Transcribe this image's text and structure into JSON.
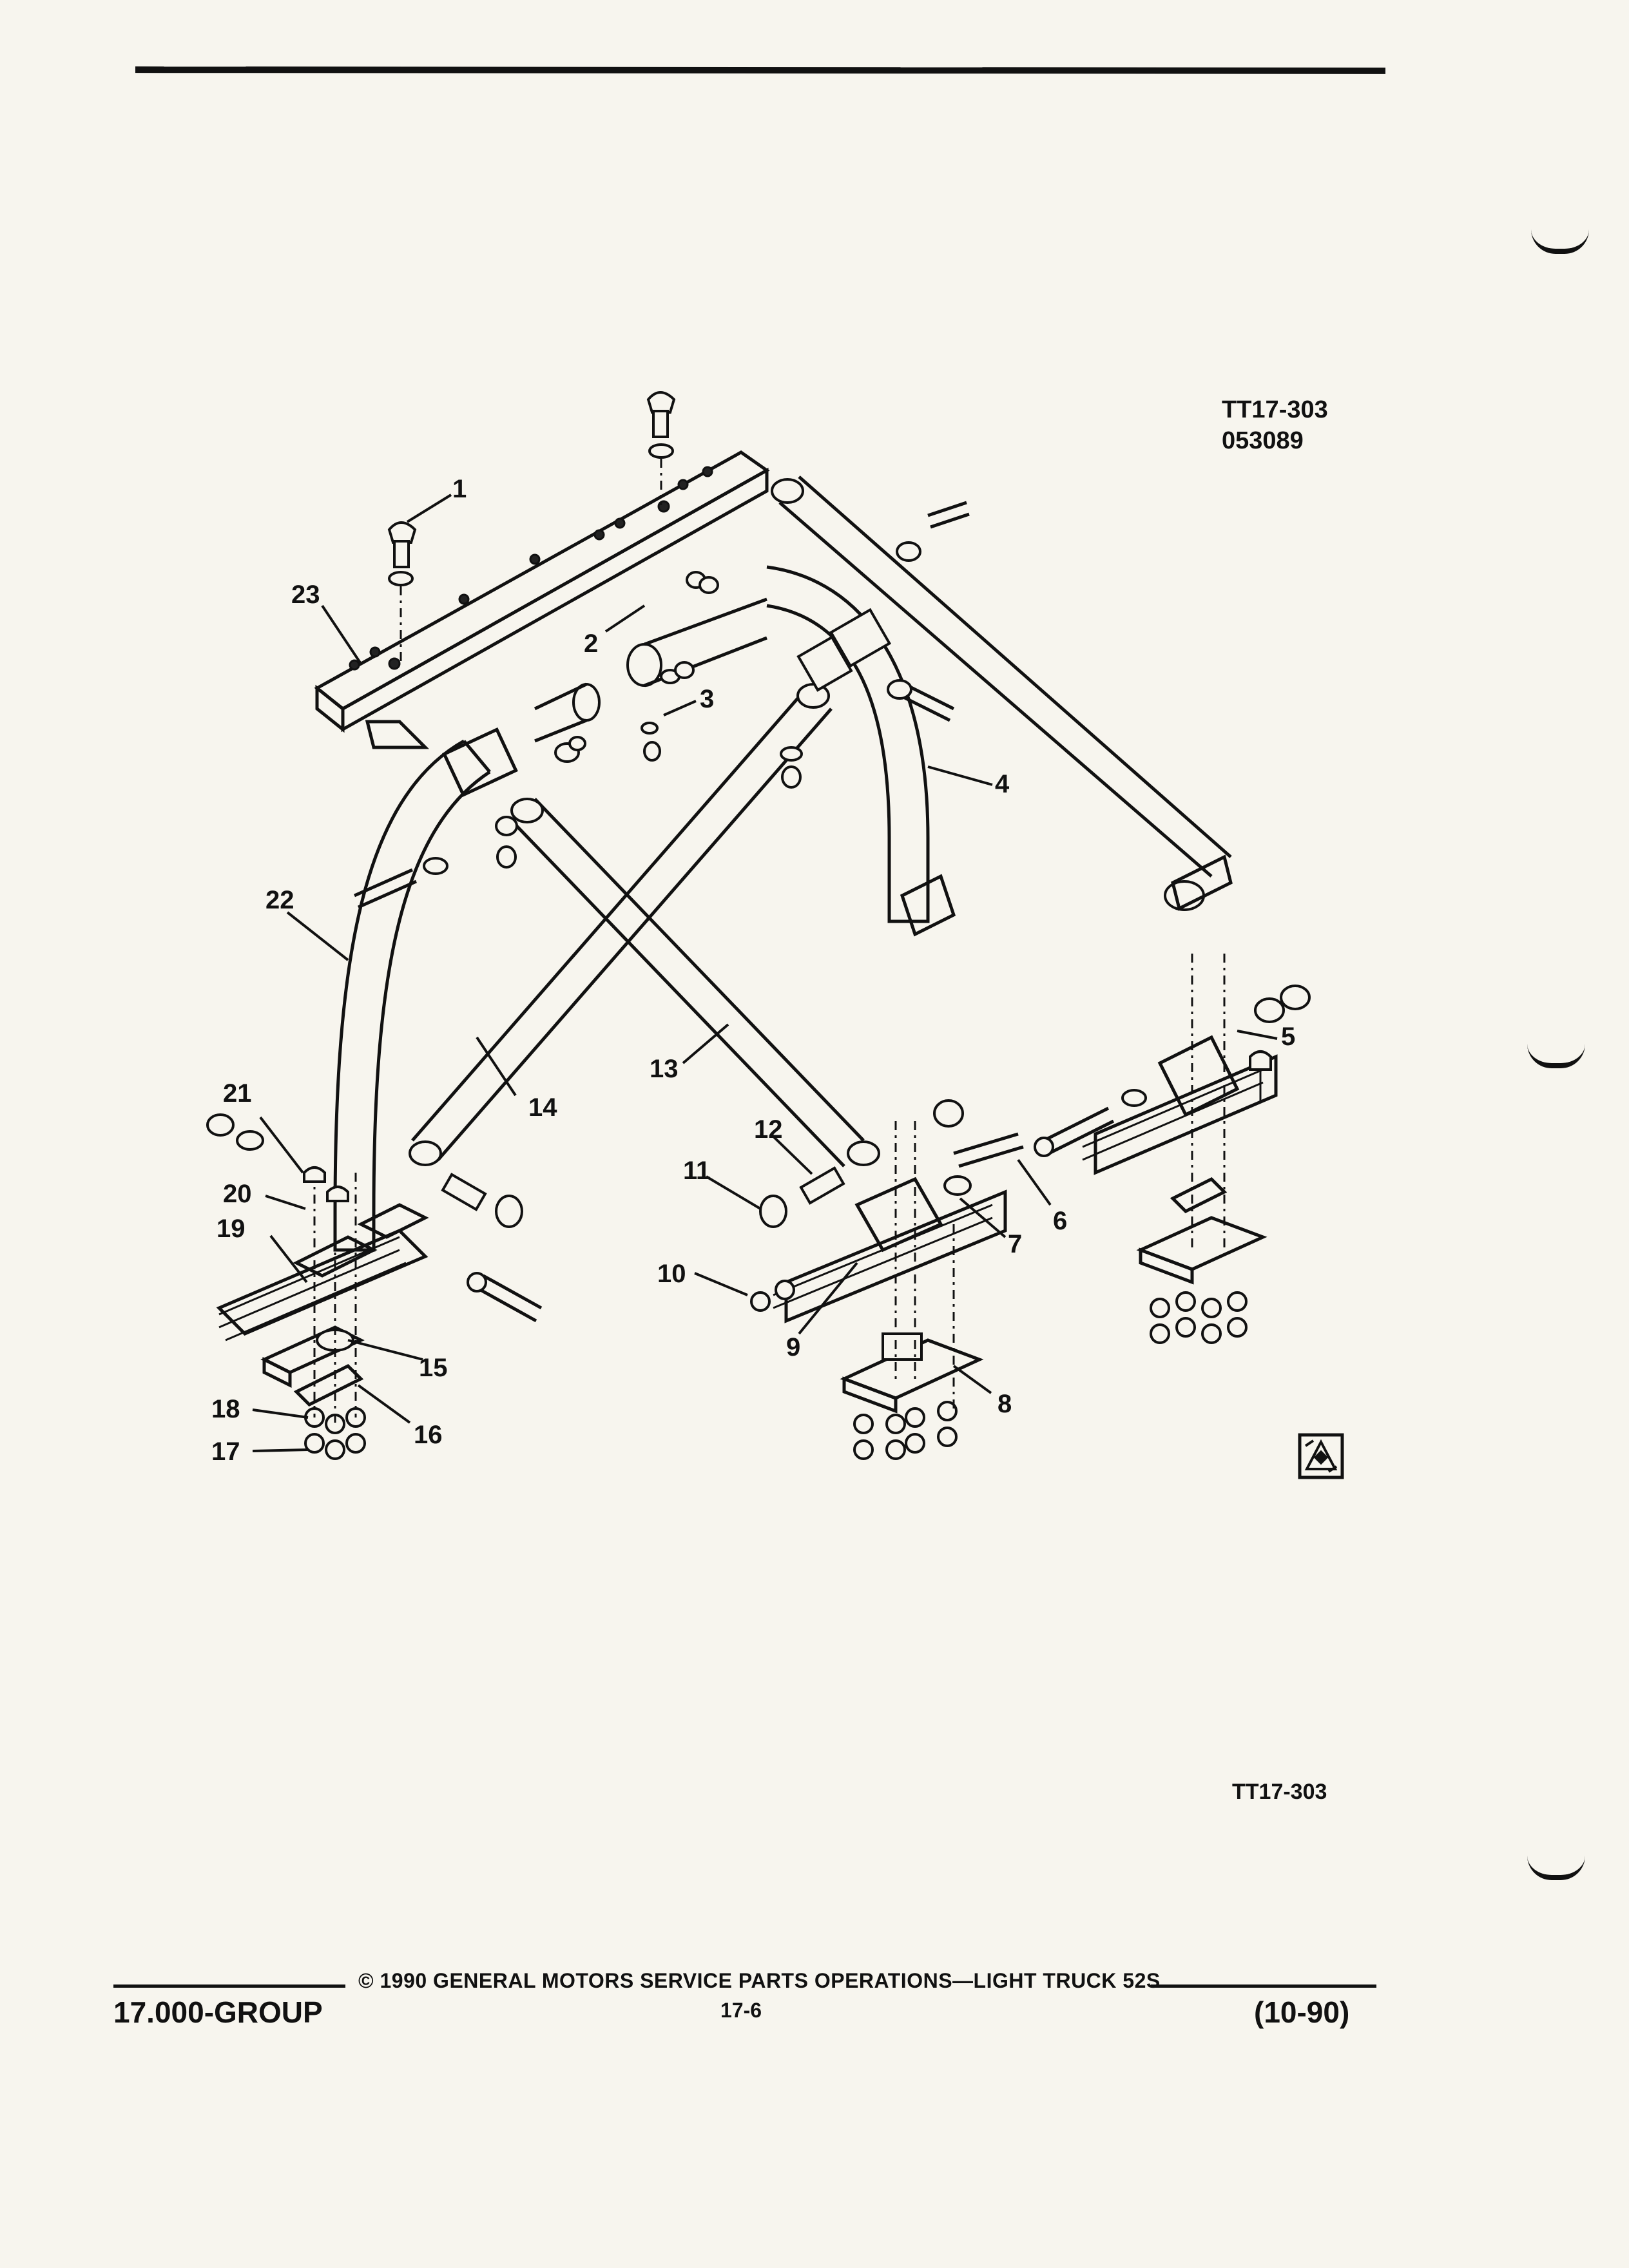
{
  "header": {
    "figure_ref": "TT17-303",
    "figure_code": "053089"
  },
  "diagram": {
    "callouts": [
      "1",
      "2",
      "3",
      "4",
      "5",
      "6",
      "7",
      "8",
      "9",
      "10",
      "11",
      "12",
      "13",
      "14",
      "15",
      "16",
      "17",
      "18",
      "19",
      "20",
      "21",
      "22",
      "23"
    ],
    "bottom_ref": "TT17-303",
    "corner_icon": "catalog-symbol-icon"
  },
  "footer": {
    "copyright": "© 1990 GENERAL MOTORS SERVICE PARTS OPERATIONS—LIGHT TRUCK 52S",
    "group": "17.000-GROUP",
    "page": "17-6",
    "date": "(10-90)"
  },
  "colors": {
    "ink": "#111111",
    "paper": "#f7f5ee"
  }
}
